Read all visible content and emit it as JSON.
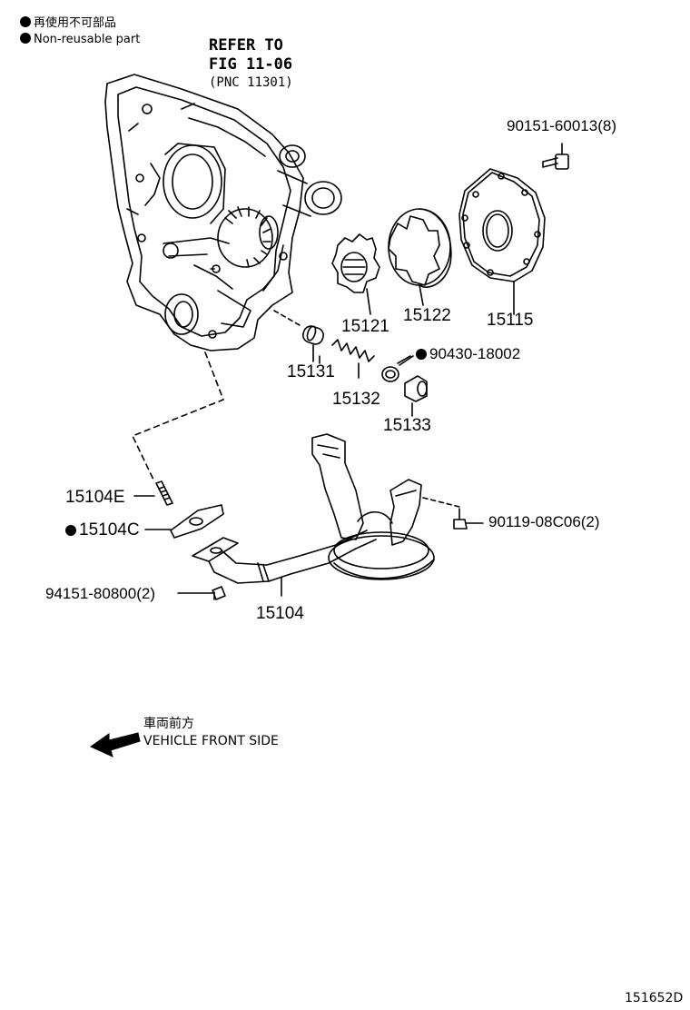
{
  "legend": {
    "jp": "再使用不可部品",
    "en": "Non-reusable part",
    "marker_color": "#000000"
  },
  "reference": {
    "line1": "REFER TO",
    "line2": "FIG 11-06",
    "line3": "(PNC 11301)"
  },
  "parts": {
    "p_90151_60013": "90151-60013(8)",
    "p_15115": "15115",
    "p_15121": "15121",
    "p_15122": "15122",
    "p_15131": "15131",
    "p_15132": "15132",
    "p_90430_18002": "90430-18002",
    "p_15133": "15133",
    "p_15104E": "15104E",
    "p_15104C": "15104C",
    "p_90119_08C06": "90119-08C06(2)",
    "p_94151_80800": "94151-80800(2)",
    "p_15104": "15104"
  },
  "direction": {
    "jp": "車両前方",
    "en": "VEHICLE FRONT SIDE",
    "icon": "arrow-left-icon"
  },
  "figure_id": "151652D"
}
